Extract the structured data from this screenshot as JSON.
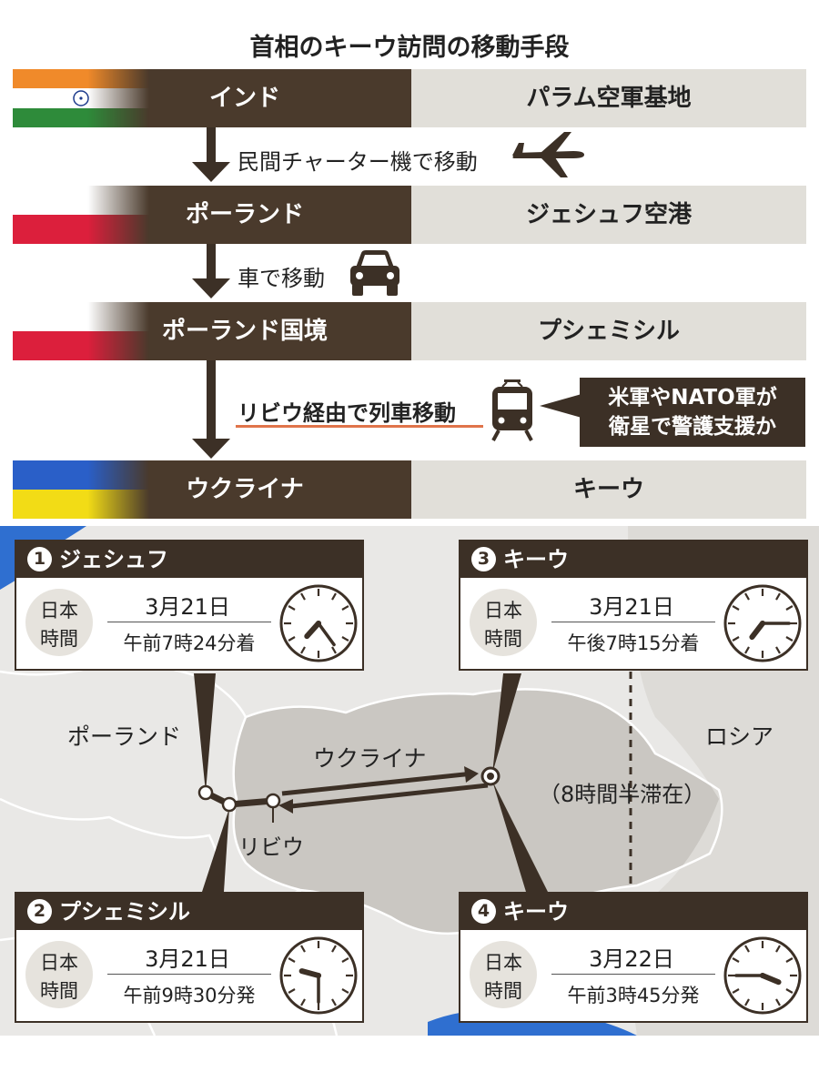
{
  "title": "首相のキーウ訪問の移動手段",
  "rows": [
    {
      "country": "インド",
      "place": "パラム空軍基地"
    },
    {
      "country": "ポーランド",
      "place": "ジェシュフ空港"
    },
    {
      "country": "ポーランド国境",
      "place": "プシェミシル"
    },
    {
      "country": "ウクライナ",
      "place": "キーウ"
    }
  ],
  "transport": [
    {
      "text": "民間チャーター機で移動",
      "icon": "airplane-icon"
    },
    {
      "text": "車で移動",
      "icon": "car-icon"
    },
    {
      "text": "リビウ経由で列車移動",
      "icon": "train-icon"
    }
  ],
  "note": {
    "line1": "米軍やNATO軍が",
    "line2": "衛星で警護支援か"
  },
  "map": {
    "labels": {
      "poland": "ポーランド",
      "ukraine": "ウクライナ",
      "russia": "ロシア",
      "lviv": "リビウ",
      "stay": "（8時間半滞在）"
    }
  },
  "badge": {
    "line1": "日本",
    "line2": "時間"
  },
  "cards": [
    {
      "num": "1",
      "city": "ジェシュフ",
      "date": "3月21日",
      "time": "午前7時24分着",
      "hour": 7,
      "minute": 24
    },
    {
      "num": "3",
      "city": "キーウ",
      "date": "3月21日",
      "time": "午後7時15分着",
      "hour": 7,
      "minute": 15
    },
    {
      "num": "2",
      "city": "プシェミシル",
      "date": "3月21日",
      "time": "午前9時30分発",
      "hour": 9,
      "minute": 30
    },
    {
      "num": "4",
      "city": "キーウ",
      "date": "3月22日",
      "time": "午前3時45分発",
      "hour": 3,
      "minute": 45
    }
  ],
  "colors": {
    "dark": "#3c3026",
    "route_underline": "#e0744a",
    "sea": "#2f6fd0",
    "india_saffron": "#f08a2a",
    "india_green": "#2e8b3a",
    "poland_red": "#dc1f3c",
    "ukraine_blue": "#2a5fc8",
    "ukraine_yellow": "#f2dc16"
  }
}
